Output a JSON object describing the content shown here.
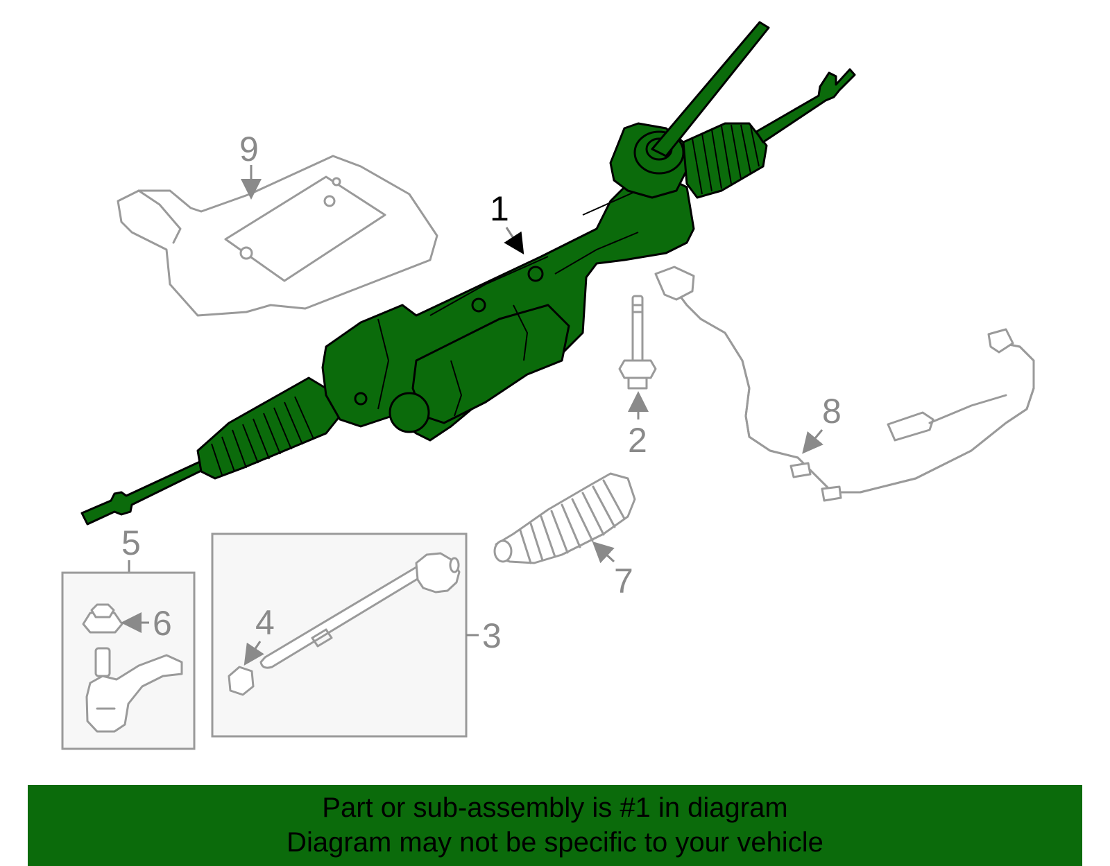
{
  "diagram": {
    "callouts": [
      "1",
      "2",
      "3",
      "4",
      "5",
      "6",
      "7",
      "8",
      "9"
    ],
    "highlighted_part": "1",
    "colors": {
      "highlight": "#0b6b0b",
      "parts": "#9a9a9a",
      "box": "#f7f7f7"
    }
  },
  "banner": {
    "line1": "Part or sub-assembly is #1 in diagram",
    "line2": "Diagram may not be specific to your vehicle"
  }
}
